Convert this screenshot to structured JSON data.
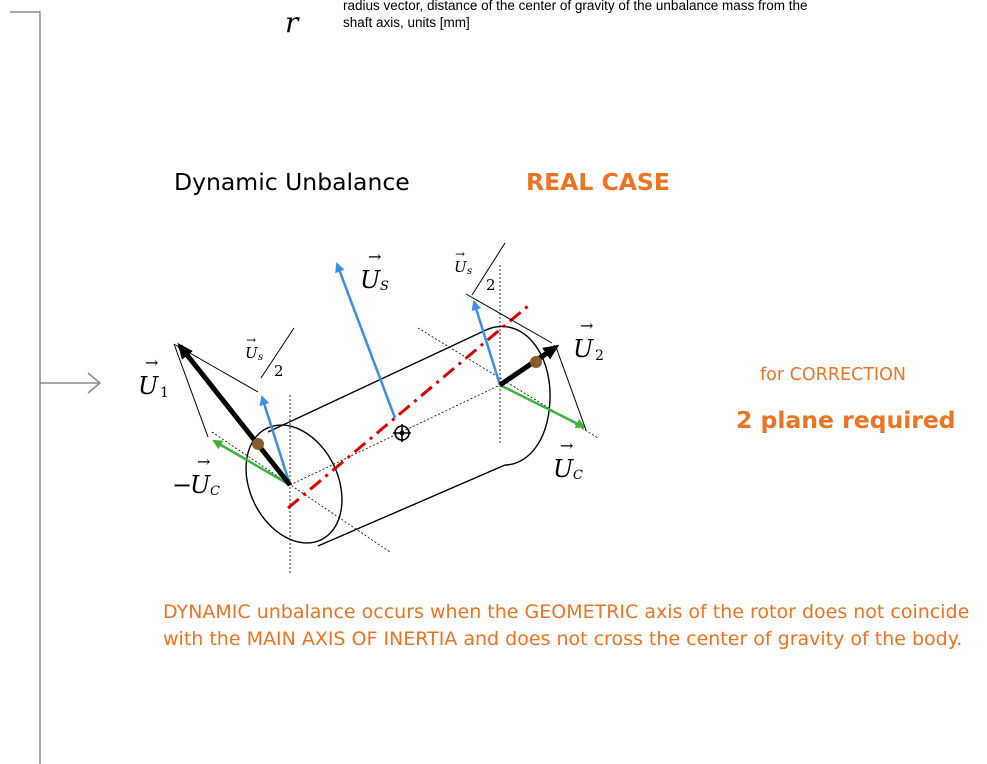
{
  "definition": {
    "symbol": "r",
    "text": "radius vector, distance of the center of gravity of the unbalance mass from the shaft axis, units [mm]"
  },
  "heading": {
    "title": "Dynamic Unbalance",
    "case": "REAL CASE"
  },
  "correction": {
    "line1": "for CORRECTION",
    "line2": "2 plane required"
  },
  "description": "DYNAMIC unbalance occurs when the GEOMETRIC axis of the rotor does not coincide with the MAIN AXIS OF INERTIA and does not cross the center of gravity of the body.",
  "diagram_labels": {
    "arrow_symbol": "→",
    "u_letter": "U",
    "minus_sign": "−",
    "sub_s": "s",
    "sub_S": "S",
    "sub_C": "C",
    "sub_1": "1",
    "sub_2": "2",
    "half": "2"
  },
  "colors": {
    "accent_orange": "#f07322",
    "static_blue": "#3c8fe6",
    "couple_green": "#3cb43c",
    "inertia_axis_red": "#e00000",
    "mass_brown": "#8b5a2b"
  },
  "icons": {
    "pointer": "arrow-right-icon",
    "center_of_gravity": "crosshair-circle-icon"
  }
}
